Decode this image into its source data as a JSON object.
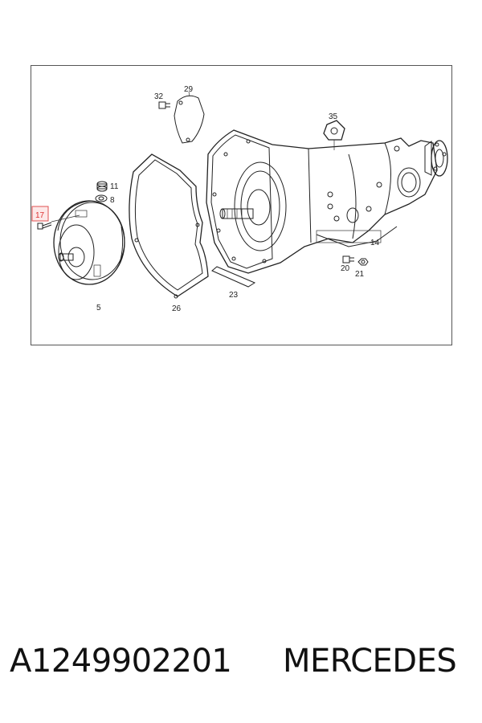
{
  "diagram": {
    "callouts": {
      "c17": "17",
      "c11": "11",
      "c8": "8",
      "c5": "5",
      "c26": "26",
      "c32": "32",
      "c29": "29",
      "c35": "35",
      "c14": "14",
      "c23": "23",
      "c20": "20",
      "c21": "21"
    },
    "highlight_color": "#e05050"
  },
  "footer": {
    "part_number": "A1249902201",
    "brand": "MERCEDES"
  }
}
